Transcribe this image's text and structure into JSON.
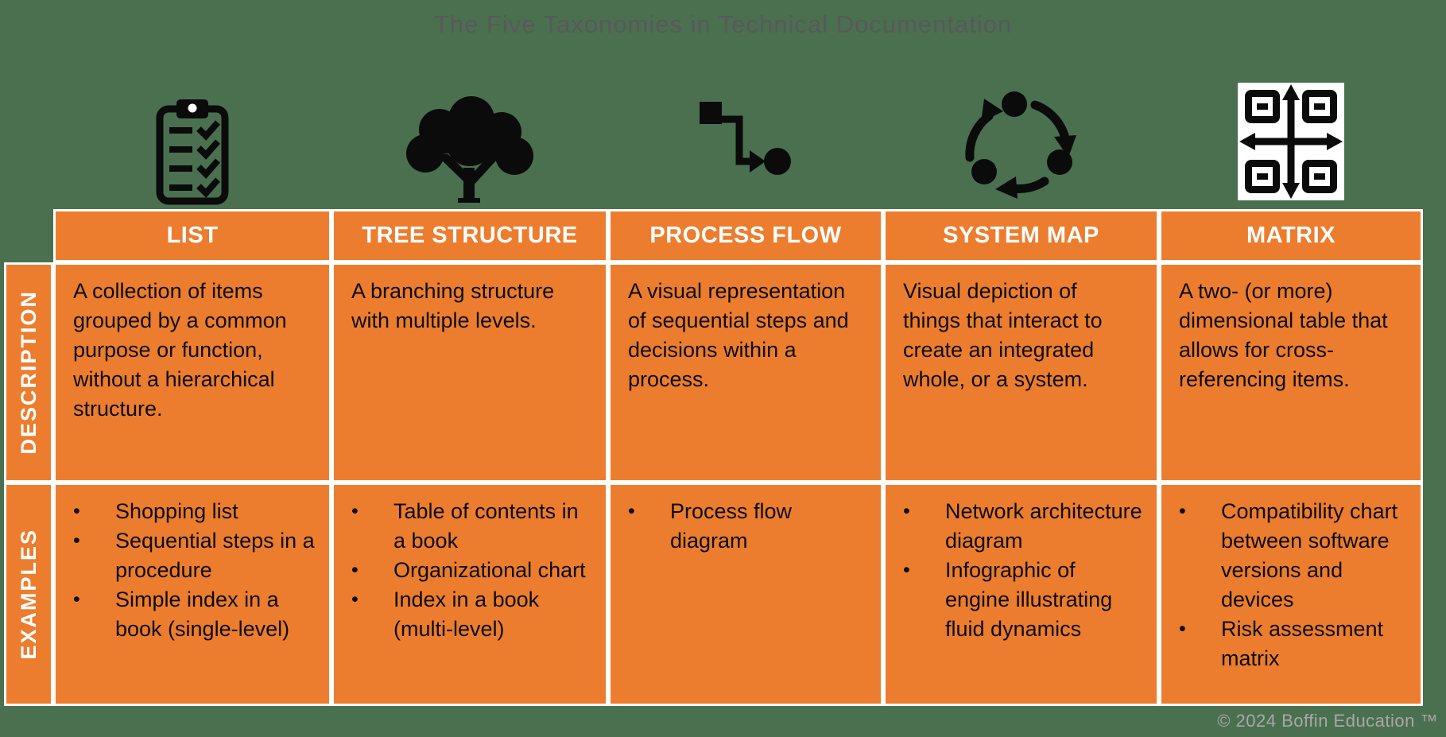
{
  "title": "The Five Taxonomies in Technical Documentation",
  "copyright": "© 2024 Boffin Education ™",
  "bullet": "•",
  "row_labels": {
    "description": "DESCRIPTION",
    "examples": "EXAMPLES"
  },
  "columns": [
    {
      "header": "LIST",
      "icon": "clipboard-checklist-icon",
      "description": "A collection of items grouped by a common purpose or function, without a hierarchical structure.",
      "examples": [
        "Shopping list",
        "Sequential steps in a procedure",
        "Simple index in a book (single-level)"
      ]
    },
    {
      "header": "TREE STRUCTURE",
      "icon": "tree-icon",
      "description": "A branching structure with multiple levels.",
      "examples": [
        "Table of contents in a book",
        "Organizational chart",
        "Index in a book (multi-level)"
      ]
    },
    {
      "header": "PROCESS FLOW",
      "icon": "process-flow-icon",
      "description": "A visual representation of sequential steps and decisions within a process.",
      "examples": [
        "Process flow diagram"
      ]
    },
    {
      "header": "SYSTEM MAP",
      "icon": "system-map-icon",
      "description": "Visual depiction of things that interact to create an integrated whole, or a system.",
      "examples": [
        "Network architecture diagram",
        "Infographic of engine illustrating fluid dynamics"
      ]
    },
    {
      "header": "MATRIX",
      "icon": "matrix-icon",
      "description": "A two- (or more) dimensional table that allows for cross-referencing items.",
      "examples": [
        "Compatibility chart between software versions and devices",
        "Risk assessment matrix"
      ]
    }
  ],
  "colors": {
    "background": "#4A7050",
    "cell_orange": "#ED7D2E",
    "cell_border": "#FFFFFF",
    "header_text": "#FFFFFF",
    "body_text": "#0B0B0B",
    "title_text": "#58595B",
    "copyright_text": "#A8A8A8",
    "icon_black": "#0B0B0B"
  }
}
